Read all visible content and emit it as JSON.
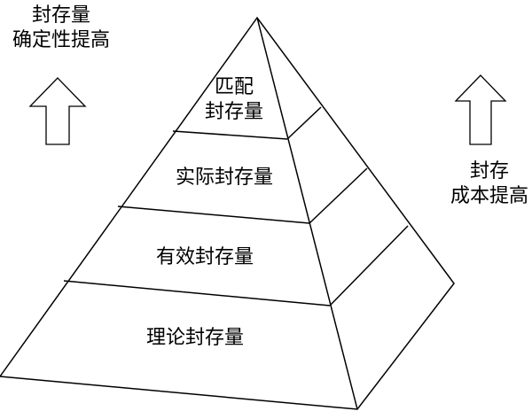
{
  "left_note": {
    "line1": "封存量",
    "line2": "确定性提高"
  },
  "right_note": {
    "line1": "封存",
    "line2": "成本提高"
  },
  "levels": {
    "top": {
      "line1": "匹配",
      "line2": "封存量"
    },
    "second": "实际封存量",
    "third": "有效封存量",
    "bottom": "理论封存量"
  },
  "colors": {
    "stroke": "#000000",
    "fill": "#ffffff"
  }
}
